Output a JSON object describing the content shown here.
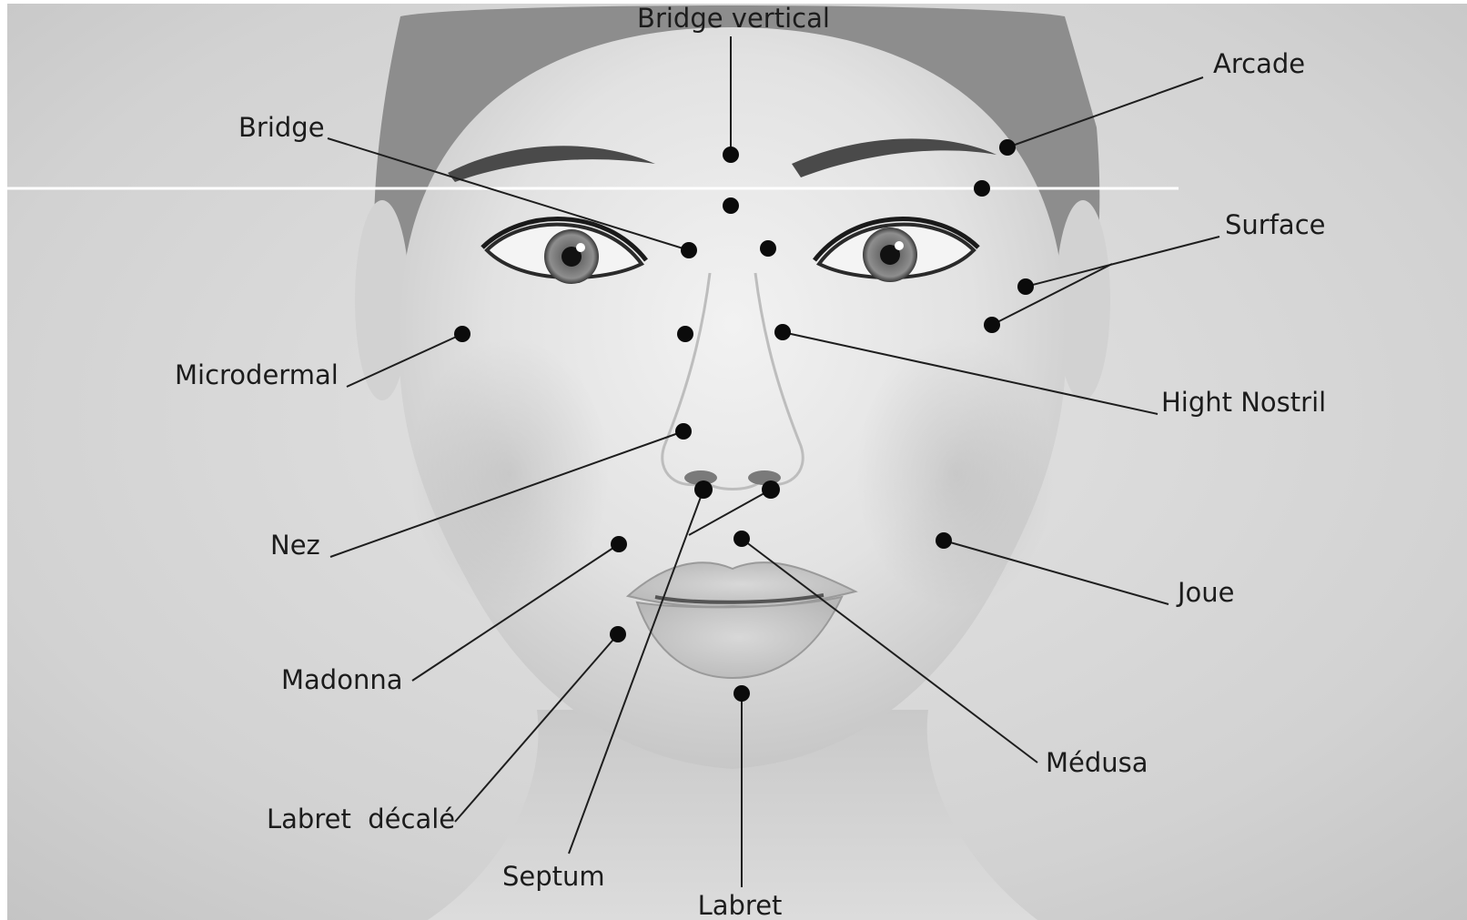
{
  "diagram": {
    "labels": {
      "bridge_vertical": "Bridge vertical",
      "arcade": "Arcade",
      "bridge": "Bridge",
      "surface": "Surface",
      "microdermal": "Microdermal",
      "hight_nostril": "Hight Nostril",
      "nez": "Nez",
      "joue": "Joue",
      "madonna": "Madonna",
      "medusa": "Médusa",
      "labret_decale": "Labret  décalé",
      "septum": "Septum",
      "labret": "Labret"
    }
  }
}
